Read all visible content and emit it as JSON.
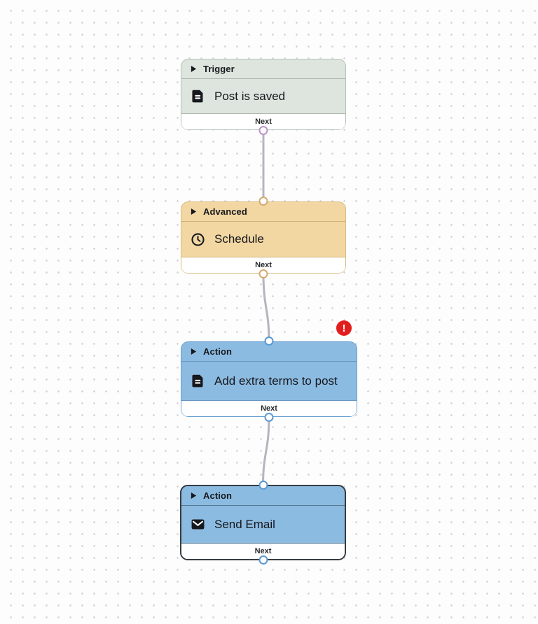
{
  "canvas": {
    "background_color": "#fdfdfe",
    "dot_color": "#d7d7d9",
    "connector_color": "#b5b5bd"
  },
  "nodes": [
    {
      "category": "Trigger",
      "title": "Post is saved",
      "next_label": "Next",
      "icon": "document-icon",
      "colors": {
        "background": "#dee5de",
        "border": "#b6c0b6",
        "output_port": "#bb93c6"
      },
      "has_error": false
    },
    {
      "category": "Advanced",
      "title": "Schedule",
      "next_label": "Next",
      "icon": "clock-icon",
      "colors": {
        "background": "#f2d7a3",
        "border": "#d9b97d",
        "input_port": "#d2ab70",
        "output_port": "#d2ab70"
      },
      "has_error": false
    },
    {
      "category": "Action",
      "title": "Add extra terms to post",
      "next_label": "Next",
      "icon": "document-icon",
      "colors": {
        "background": "#8cbbe2",
        "border": "#69a0d0",
        "input_port": "#5b99d2",
        "output_port": "#5b99d2",
        "error_badge": "#e11d1d"
      },
      "has_error": true,
      "error_badge_glyph": "!"
    },
    {
      "category": "Action",
      "title": "Send Email",
      "next_label": "Next",
      "icon": "envelope-icon",
      "colors": {
        "background": "#8cbbe2",
        "border": "#363c42",
        "input_port": "#5b99d2",
        "output_port": "#5b99d2"
      },
      "has_error": false,
      "selected": true
    }
  ]
}
